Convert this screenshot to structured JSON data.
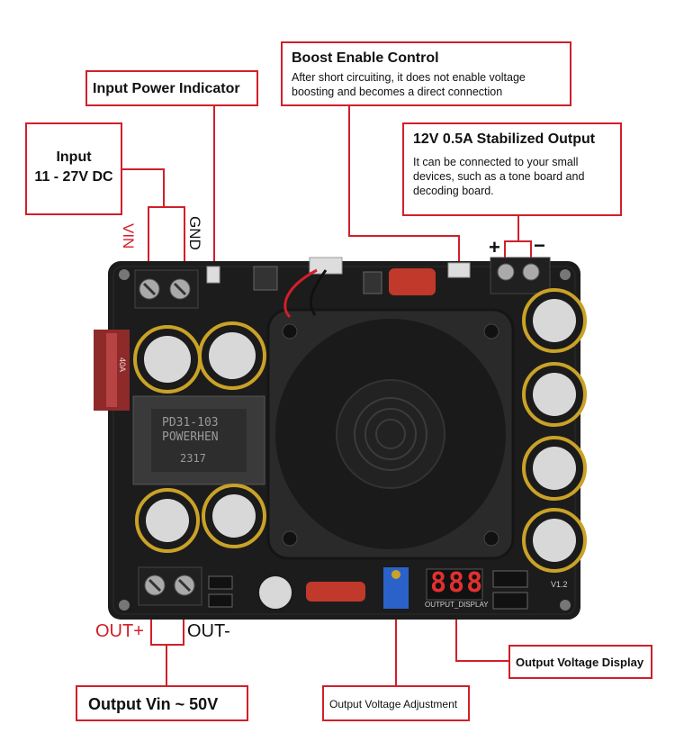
{
  "callouts": {
    "boost": {
      "title": "Boost Enable Control",
      "desc": "After short circuiting, it does not enable voltage boosting and becomes a direct connection"
    },
    "input_indicator": {
      "title": "Input Power Indicator"
    },
    "input": {
      "line1": "Input",
      "line2": "11 - 27V DC"
    },
    "stabilized": {
      "title": "12V 0.5A Stabilized Output",
      "desc": "It can be connected to your small devices, such as a tone board and decoding board."
    },
    "output_display": {
      "title": "Output Voltage Display"
    },
    "output_adj": {
      "title": "Output Voltage Adjustment"
    },
    "output_vin": {
      "title": "Output Vin ~ 50V"
    }
  },
  "pins": {
    "vin": "VIN",
    "gnd": "GND",
    "plus": "+",
    "minus": "−",
    "out_plus": "OUT+",
    "out_minus": "OUT-"
  },
  "board": {
    "inductor_text1": "PD31-103",
    "inductor_text2": "POWERHEN",
    "inductor_text3": "2317",
    "display_digits": "888",
    "display_label": "OUTPUT_DISPLAY",
    "version": "V1.2",
    "fuse_text": "40A"
  },
  "colors": {
    "callout_border": "#d0202a",
    "pin_label": "#d0202a",
    "pcb": "#1c1c1c"
  }
}
